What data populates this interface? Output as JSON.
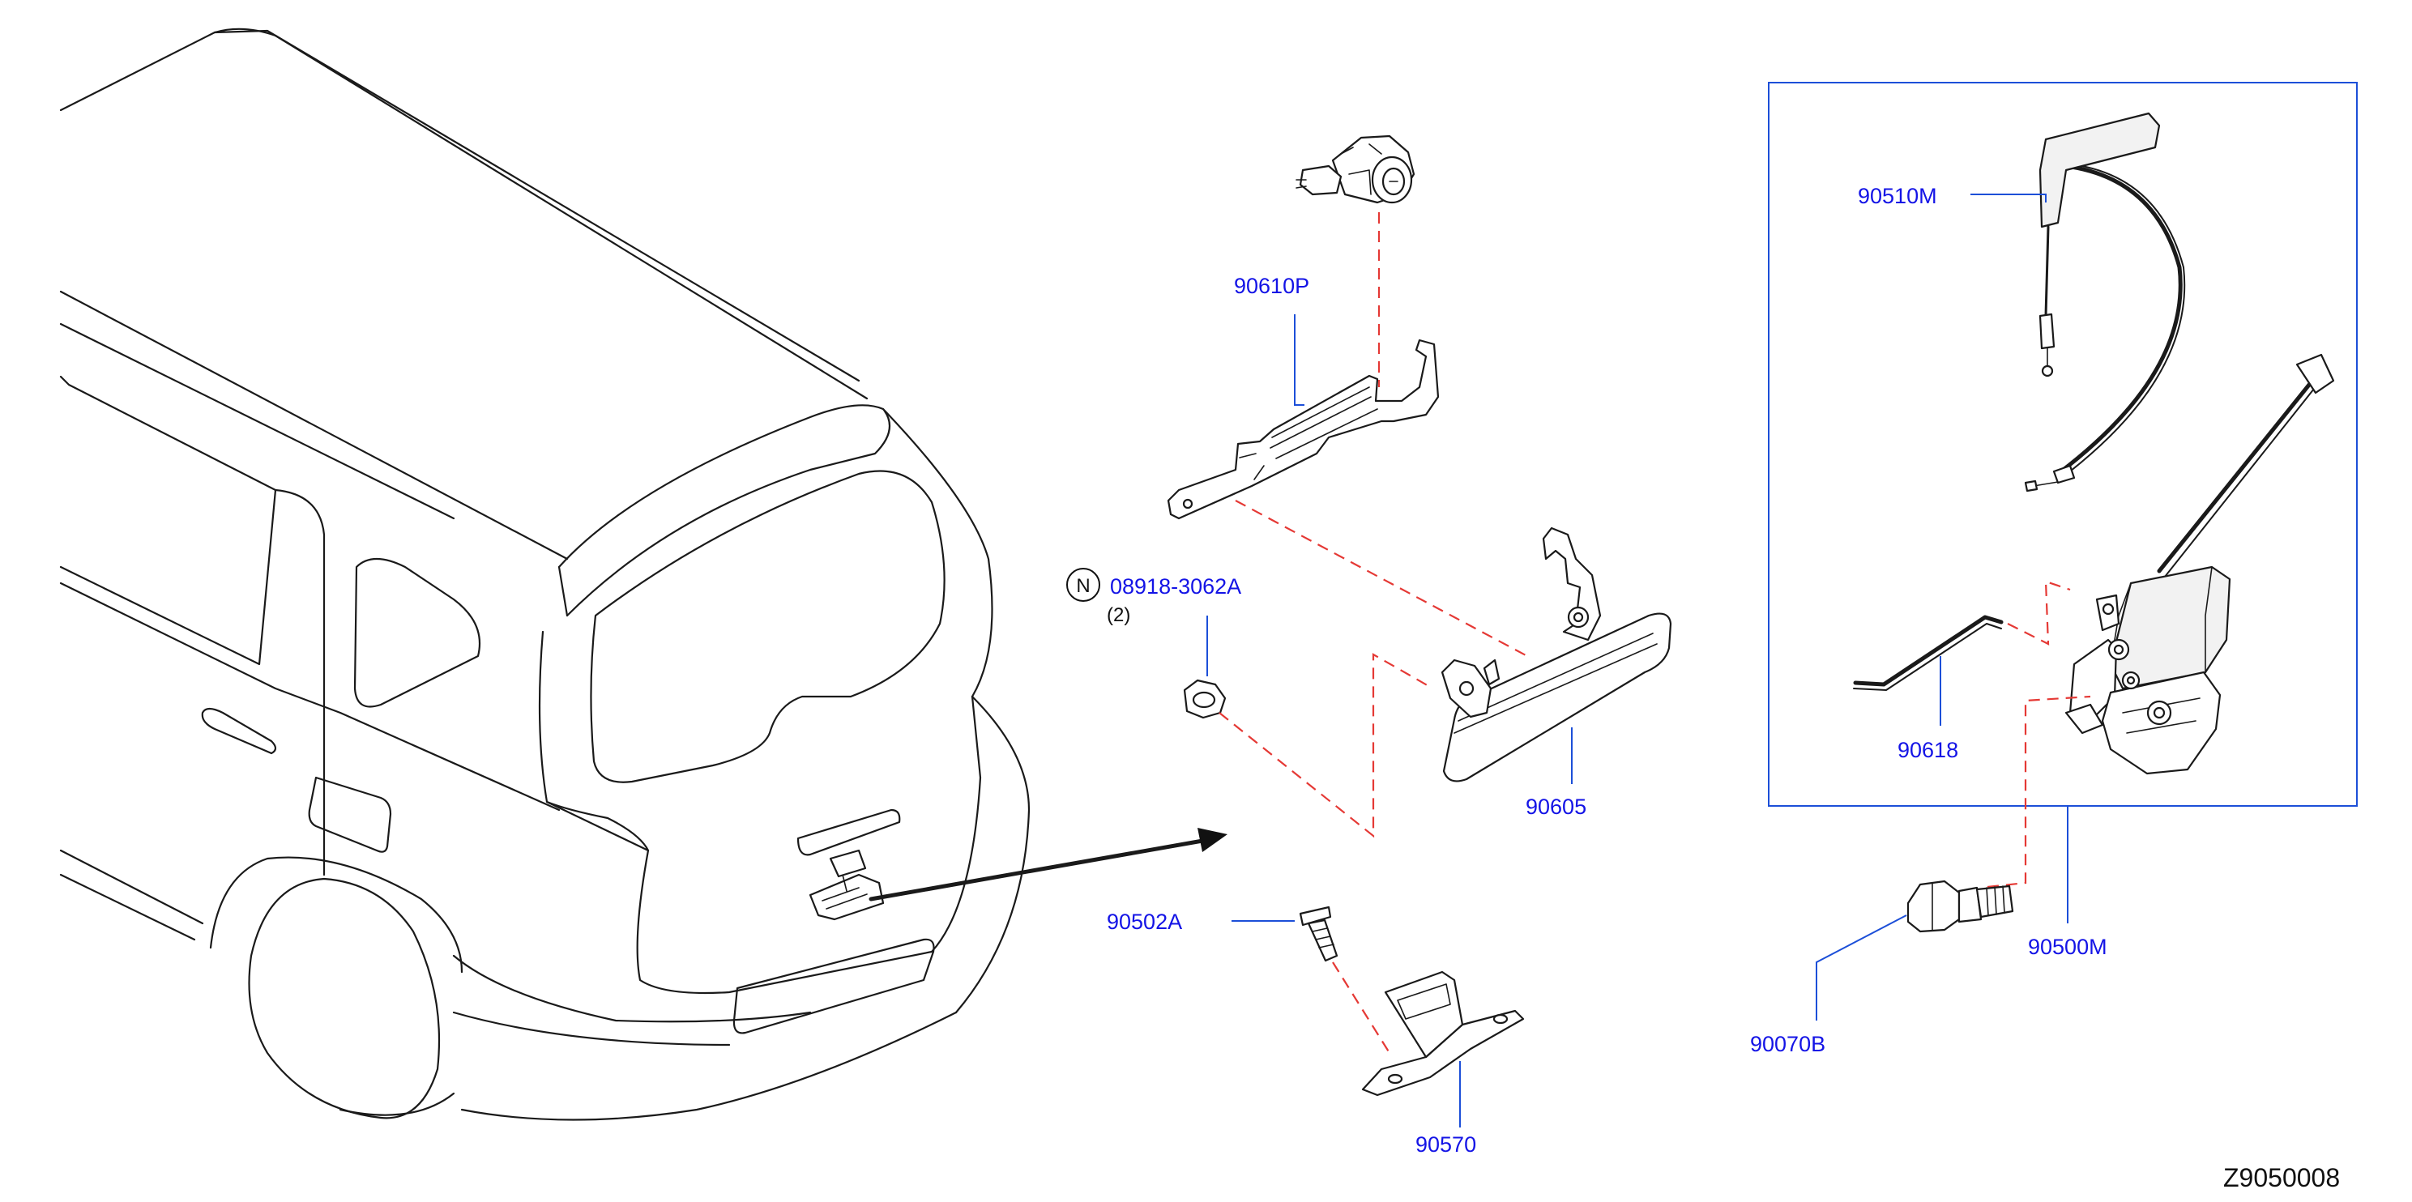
{
  "callouts": {
    "p90610P": "90610P",
    "p08918": "08918-3062A",
    "qty08918": "(2)",
    "nMark": "N",
    "p90605": "90605",
    "p90502A": "90502A",
    "p90570": "90570",
    "p90510M": "90510M",
    "p90618": "90618",
    "p90500M": "90500M",
    "p90070B": "90070B"
  },
  "diagram_id": "Z9050008",
  "colors": {
    "label": "#1414e6",
    "leader": "#1c4fd8",
    "dashed_guide": "#e53935",
    "outline": "#1a1a1a"
  }
}
